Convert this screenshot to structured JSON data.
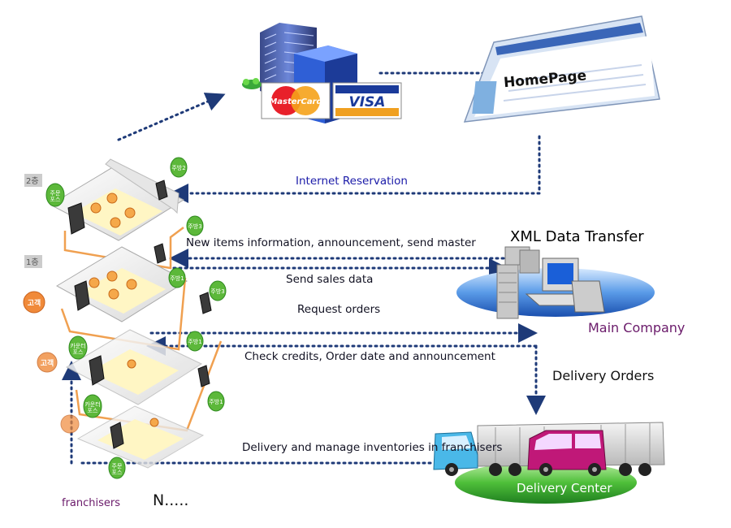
{
  "labels": {
    "internet_reservation": "Internet Reservation",
    "new_items": "New items information, announcement, send master",
    "xml_transfer": "XML Data Transfer",
    "send_sales": "Send sales data",
    "request_orders": "Request orders",
    "main_company": "Main Company",
    "check_credits": "Check credits, Order date and announcement",
    "delivery_orders": "Delivery Orders",
    "delivery_manage": "Delivery and manage inventories in franchisers",
    "delivery_center": "Delivery Center",
    "franchisers": "franchisers",
    "n_more": "N.....",
    "homepage": "HomePage",
    "mastercard": "MasterCard",
    "visa": "VISA"
  },
  "store_badges": {
    "floor2": "2층",
    "floor1": "1층",
    "order_pos": "주문\n포스",
    "kitchen2": "주방2",
    "kitchen3": "주방3",
    "kitchen1": "주방1",
    "customer": "고객",
    "counter_pos": "카운터\n포스"
  },
  "colors": {
    "arrow": "#1e3a78",
    "label_text": "#111122",
    "reservation_text": "#1a1aa8",
    "main_company_text": "#6a1a6a",
    "franchisers_text": "#6a1a6a",
    "badge_green": "#5cb83a",
    "badge_orange": "#f08a3a",
    "disc_blue": "#3a78d8",
    "disc_green": "#3aa83a"
  }
}
